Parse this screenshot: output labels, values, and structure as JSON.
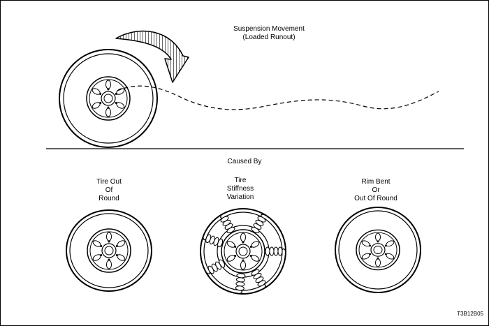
{
  "title": {
    "line1": "Suspension Movement",
    "line2": "(Loaded Runout)"
  },
  "caused_by": "Caused By",
  "causes": [
    {
      "line1": "Tire Out",
      "line2": "Of",
      "line3": "Round"
    },
    {
      "line1": "Tire",
      "line2": "Stiffness",
      "line3": "Variation"
    },
    {
      "line1": "Rim Bent",
      "line2": "Or",
      "line3": "Out Of Round"
    }
  ],
  "figure_code": "T3B12B05",
  "icons": {
    "rotation_arrow": "curved-arrow-icon",
    "wheel": "tire-wheel-icon",
    "spring": "spring-icon"
  }
}
